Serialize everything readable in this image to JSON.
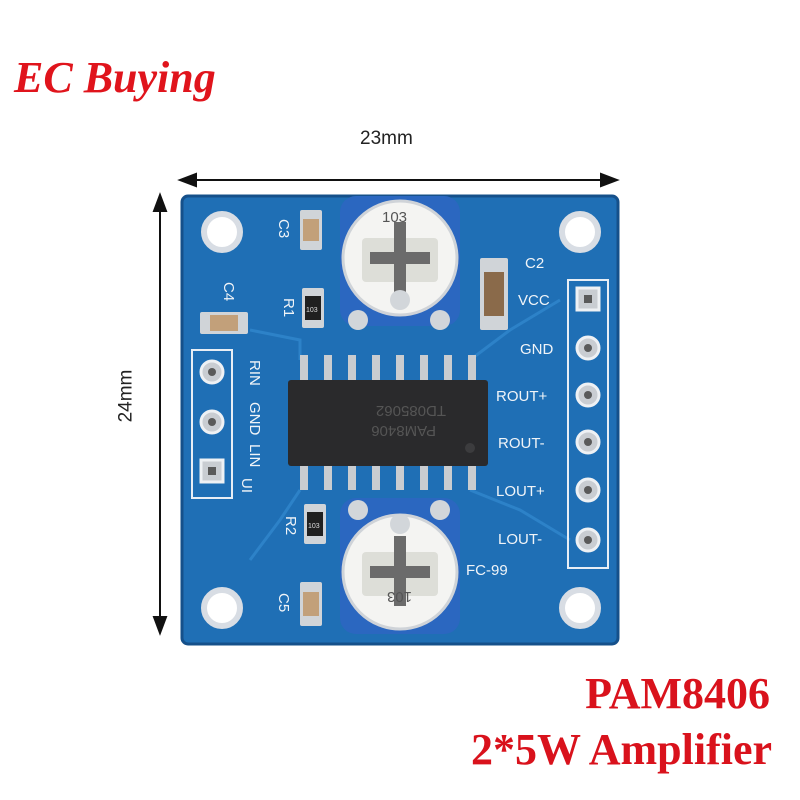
{
  "brand": "EC Buying",
  "dimensions": {
    "width": "23mm",
    "height": "24mm"
  },
  "product": {
    "model": "PAM8406",
    "subtitle": "2*5W Amplifier"
  },
  "board": {
    "silkscreen": {
      "input_labels": [
        "RIN",
        "GND",
        "LIN"
      ],
      "input_sub": "UI",
      "output_labels": [
        "VCC",
        "GND",
        "ROUT+",
        "ROUT-",
        "LOUT+",
        "LOUT-"
      ],
      "components": [
        "C3",
        "C4",
        "R1",
        "C2",
        "R2",
        "C5"
      ],
      "resistor_code": "103",
      "pot_code": "103",
      "board_id": "FC-99"
    },
    "chip": {
      "line1": "PAM8406",
      "line2": "TD085062"
    }
  },
  "colors": {
    "brand": "#e0141c",
    "title": "#d9121c",
    "pcb": "#1f6fb5"
  }
}
